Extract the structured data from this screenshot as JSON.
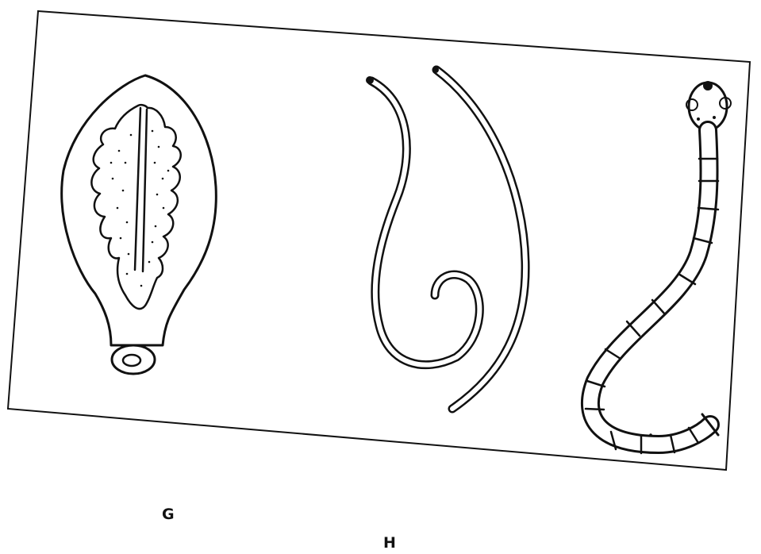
{
  "labels": {
    "g": "G",
    "h": "H"
  },
  "figure": {
    "specimens": [
      {
        "key": "leaf-shaped-flatworm",
        "icon": "fluke-icon"
      },
      {
        "key": "roundworms",
        "icon": "roundworm-icon"
      },
      {
        "key": "segmented-worm",
        "icon": "tapeworm-icon"
      }
    ],
    "line_color": "#111111",
    "background": "#ffffff"
  }
}
